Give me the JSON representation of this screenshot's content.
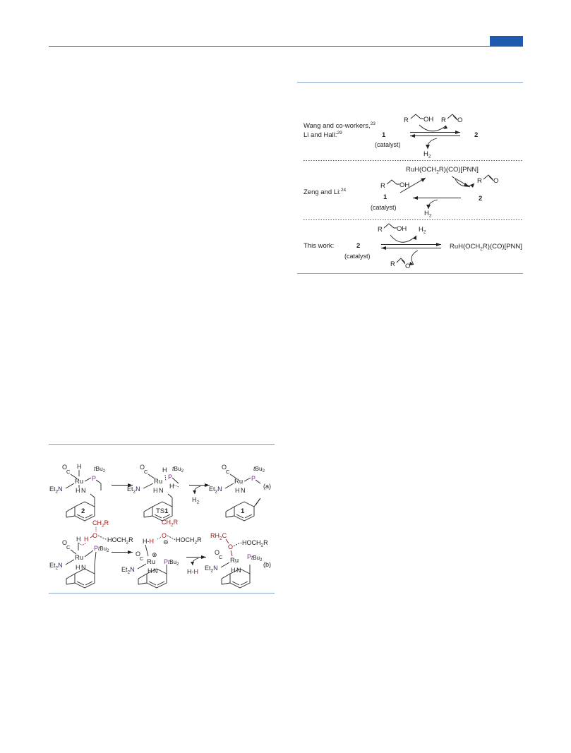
{
  "page": {
    "header_color": "#2a5ea8",
    "tab_color": "#1e5aae"
  },
  "scheme1": {
    "rows": [
      {
        "label_line1": "Wang and co-workers,",
        "label_sup1": "23",
        "label_line2": "Li and Hall:",
        "label_sup2": "29",
        "left_compound": "1",
        "left_note": "(catalyst)",
        "right_compound": "2",
        "substrate": "OH",
        "substrate_R": "R",
        "product": "O",
        "product_R": "R",
        "gas": "H",
        "gas_sub": "2"
      },
      {
        "label": "Zeng and Li:",
        "label_sup": "24",
        "intermediate": "RuH(OCH",
        "intermediate_sub": "2",
        "intermediate_rest": "R)(CO)[PNN]",
        "left_compound": "1",
        "left_note": "(catalyst)",
        "right_compound": "2",
        "substrate": "OH",
        "substrate_R": "R",
        "product": "O",
        "product_R": "R",
        "gas": "H",
        "gas_sub": "2"
      },
      {
        "label": "This work:",
        "left_compound": "2",
        "left_note": "(catalyst)",
        "right_product": "RuH(OCH",
        "right_product_sub": "2",
        "right_product_rest": "R)(CO)[PNN]",
        "substrate": "OH",
        "substrate_R": "R",
        "product": "O",
        "product_R": "R",
        "gas": "H",
        "gas_sub": "2"
      }
    ]
  },
  "scheme2": {
    "row_a": {
      "label": "(a)",
      "compounds": [
        "2",
        "TS",
        "1"
      ],
      "ts_suffix": "1",
      "gas": "H",
      "gas_sub": "2",
      "atoms": {
        "ru": "Ru",
        "co_o": "O",
        "co_c": "C",
        "h": "H",
        "p": "P",
        "tbu": "tBu",
        "tbu_sub": "2",
        "n": "N",
        "et2n": "Et",
        "et2n_sub": "2",
        "et2n_n": "N"
      }
    },
    "row_b": {
      "label": "(b)",
      "ch2r": "CH",
      "ch2r_sub": "2",
      "ch2r_r": "R",
      "hoch2r": "HOCH",
      "hoch2r_sub": "2",
      "hoch2r_r": "R",
      "rh2c": "RH",
      "rh2c_sub": "2",
      "rh2c_c": "C",
      "o": "O",
      "h": "H",
      "hh": "H-H",
      "gas": "H-H",
      "plus": "⊕",
      "minus": "⊖"
    }
  }
}
